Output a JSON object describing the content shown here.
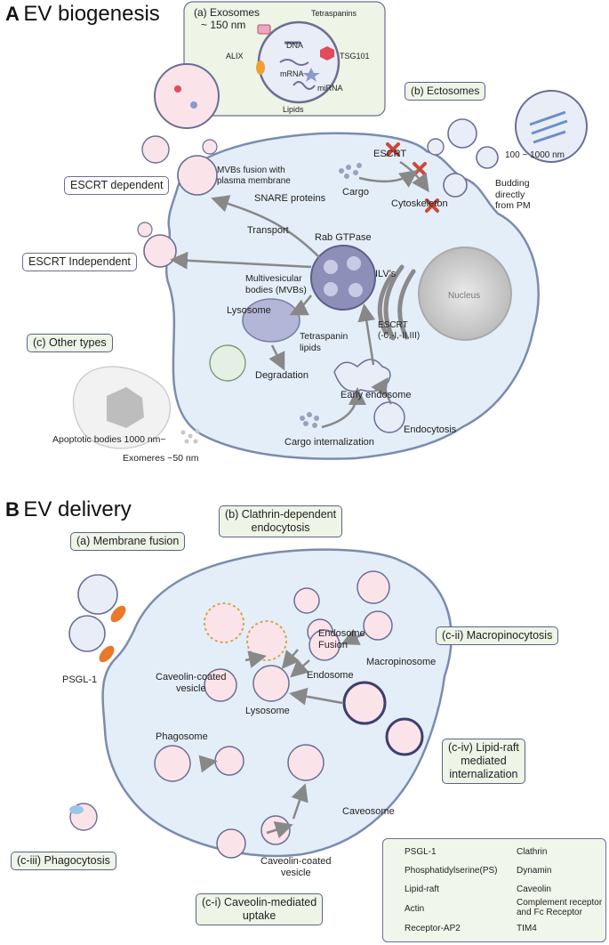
{
  "sectionA": {
    "letter": "A",
    "title": "EV biogenesis"
  },
  "sectionB": {
    "letter": "B",
    "title": "EV delivery"
  },
  "exosomes": {
    "title": "(a) Exosomes",
    "size": "~ 150 nm",
    "labels": {
      "tetraspanins": "Tetraspanins",
      "dna": "DNA",
      "alix": "ALIX",
      "tsg101": "TSG101",
      "mrna": "mRNA",
      "mirna": "miRNA",
      "lipids": "Lipids"
    }
  },
  "ectosomes": {
    "title": "(b) Ectosomes",
    "size": "100 ~ 1000 nm"
  },
  "biogenesis": {
    "escrt_dependent": "ESCRT dependent",
    "escrt_independent": "ESCRT Independent",
    "other_types": "(c) Other types",
    "mvb_fusion": "MVBs fusion with\nplasma membrane",
    "snare": "SNARE proteins",
    "transport": "Transport",
    "rab": "Rab GTPase",
    "escrt": "ESCRT",
    "cargo": "Cargo",
    "cytoskeleton": "Cytoskeleton",
    "budding": "Budding\ndirectly\nfrom PM",
    "ilvs": "ILV's",
    "nucleus": "Nucleus",
    "mvbs": "Multivesicular\nbodies (MVBs)",
    "lysosome": "Lysosome",
    "tetraspanin_lipids": "Tetraspanin\nlipids",
    "escrt_complex": "ESCRT\n(-0,-I,-II,III)",
    "degradation": "Degradation",
    "early_endosome": "Early endosome",
    "cargo_internalization": "Cargo internalization",
    "endocytosis": "Endocytosis",
    "apoptotic": "Apoptotic bodies 1000 nm~",
    "exomeres": "Exomeres ~50 nm"
  },
  "delivery": {
    "membrane_fusion": "(a) Membrane fusion",
    "clathrin": "(b) Clathrin-dependent\nendocytosis",
    "macropinocytosis": "(c-ii) Macropinocytosis",
    "lipid_raft": "(c-iv) Lipid-raft\nmediated\ninternalization",
    "phagocytosis": "(c-iii) Phagocytosis",
    "caveolin_uptake": "(c-i) Caveolin-mediated\nuptake",
    "psgl": "PSGL-1",
    "caveolin_vesicle": "Caveolin-coated\nvesicle",
    "endosome_fusion": "Endosome\nFusion",
    "macropinosome": "Macropinosome",
    "endosome": "Endosome",
    "lysosome": "Lysosome",
    "phagosome": "Phagosome",
    "caveosome": "Caveosome",
    "caveolin_vesicle2": "Caveolin-coated\nvesicle"
  },
  "legend": {
    "left": [
      "PSGL-1",
      "Phosphatidylserine(PS)",
      "Lipid-raft",
      "Actin",
      "Receptor-AP2"
    ],
    "right": [
      "Clathrin",
      "Dynamin",
      "Caveolin",
      "Complement receptor\nand Fc Receptor",
      "TIM4"
    ]
  },
  "colors": {
    "cell": "#e4eef8",
    "cell_stroke": "#7a8cae",
    "vesicle": "#fbe3ea",
    "mvb": "#8e8fb8",
    "box_green": "#eef4e6",
    "psgl": "#e8792b",
    "ps": "#9cc7e8"
  }
}
